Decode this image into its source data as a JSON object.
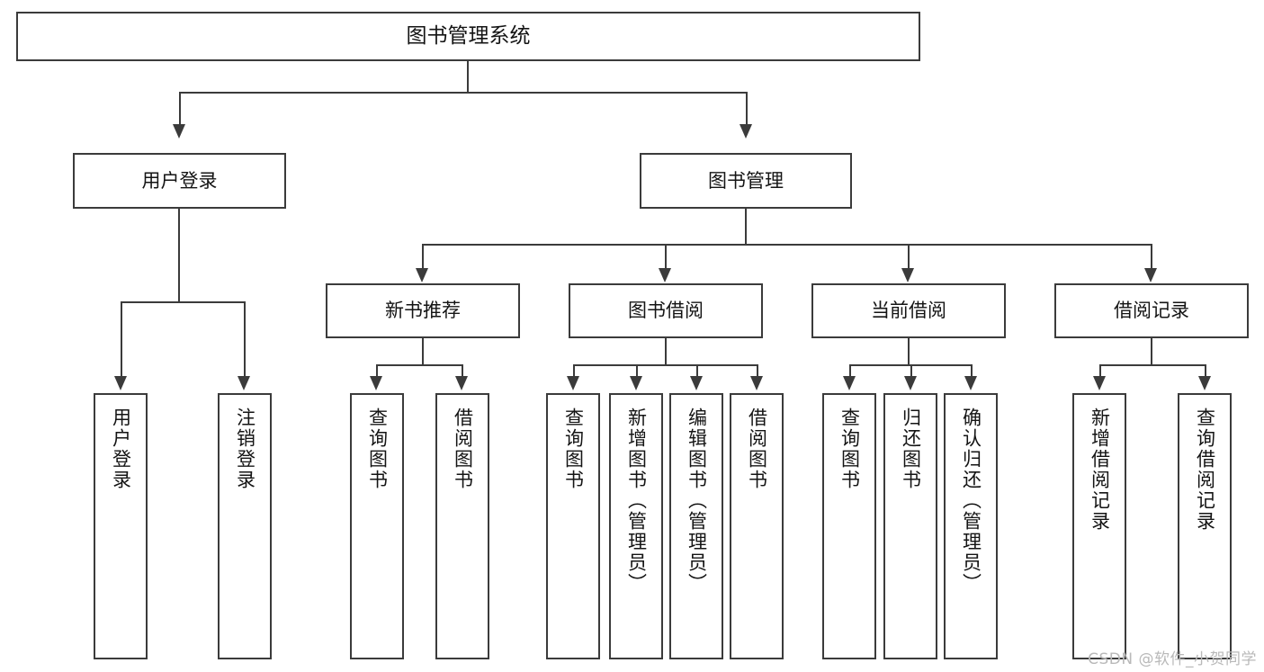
{
  "diagram": {
    "title": "图书管理系统",
    "type": "tree",
    "root": {
      "label": "图书管理系统"
    },
    "level2": [
      {
        "id": "user-login",
        "label": "用户登录"
      },
      {
        "id": "book-manage",
        "label": "图书管理"
      }
    ],
    "level3": [
      {
        "id": "new-book-recommend",
        "label": "新书推荐",
        "parent": "book-manage"
      },
      {
        "id": "book-borrow",
        "label": "图书借阅",
        "parent": "book-manage"
      },
      {
        "id": "current-borrow",
        "label": "当前借阅",
        "parent": "book-manage"
      },
      {
        "id": "borrow-record",
        "label": "借阅记录",
        "parent": "book-manage"
      }
    ],
    "leaves": [
      {
        "id": "leaf-user-login",
        "label": "用户登录",
        "parent": "user-login"
      },
      {
        "id": "leaf-user-logout",
        "label": "注销登录",
        "parent": "user-login"
      },
      {
        "id": "leaf-query-book-1",
        "label": "查询图书",
        "parent": "new-book-recommend"
      },
      {
        "id": "leaf-borrow-book-1",
        "label": "借阅图书",
        "parent": "new-book-recommend"
      },
      {
        "id": "leaf-query-book-2",
        "label": "查询图书",
        "parent": "book-borrow"
      },
      {
        "id": "leaf-add-book",
        "label": "新增图书（管理员）",
        "parent": "book-borrow"
      },
      {
        "id": "leaf-edit-book",
        "label": "编辑图书（管理员）",
        "parent": "book-borrow"
      },
      {
        "id": "leaf-borrow-book-2",
        "label": "借阅图书",
        "parent": "book-borrow"
      },
      {
        "id": "leaf-query-book-3",
        "label": "查询图书",
        "parent": "current-borrow"
      },
      {
        "id": "leaf-return-book",
        "label": "归还图书",
        "parent": "current-borrow"
      },
      {
        "id": "leaf-confirm-return",
        "label": "确认归还（管理员）",
        "parent": "current-borrow"
      },
      {
        "id": "leaf-add-record",
        "label": "新增借阅记录",
        "parent": "borrow-record"
      },
      {
        "id": "leaf-query-record",
        "label": "查询借阅记录",
        "parent": "borrow-record"
      }
    ]
  },
  "watermark": {
    "text": "CSDN @软件_小贺同学"
  },
  "colors": {
    "border": "#3b3b3b",
    "background": "#ffffff",
    "text": "#141414",
    "watermark": "#b9b9b9"
  }
}
